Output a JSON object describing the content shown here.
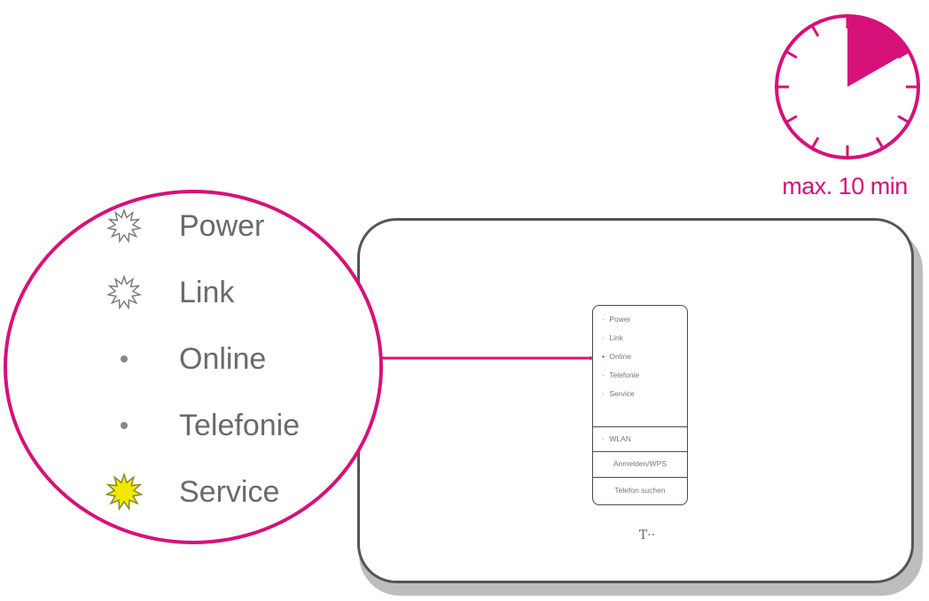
{
  "timer": {
    "label": "max. 10 min",
    "elapsed_fraction": 0.167,
    "accent_color": "#d6117a"
  },
  "zoom_leds": [
    {
      "label": "Power",
      "state": "blinking",
      "icon": "burst-outline-icon"
    },
    {
      "label": "Link",
      "state": "blinking",
      "icon": "burst-outline-icon"
    },
    {
      "label": "Online",
      "state": "off",
      "icon": "dot-icon"
    },
    {
      "label": "Telefonie",
      "state": "off",
      "icon": "dot-icon"
    },
    {
      "label": "Service",
      "state": "lit-yellow",
      "icon": "burst-yellow-icon"
    }
  ],
  "router": {
    "panel_leds": [
      "Power",
      "Link",
      "Online",
      "Telefonie",
      "Service"
    ],
    "panel_wlan": "WLAN",
    "panel_buttons": [
      "Anmelden/WPS",
      "Telefon suchen"
    ],
    "brand": "T··"
  },
  "colors": {
    "magenta": "#d6117a",
    "yellow": "#f3e600",
    "gray_text": "#6a6a6a"
  }
}
